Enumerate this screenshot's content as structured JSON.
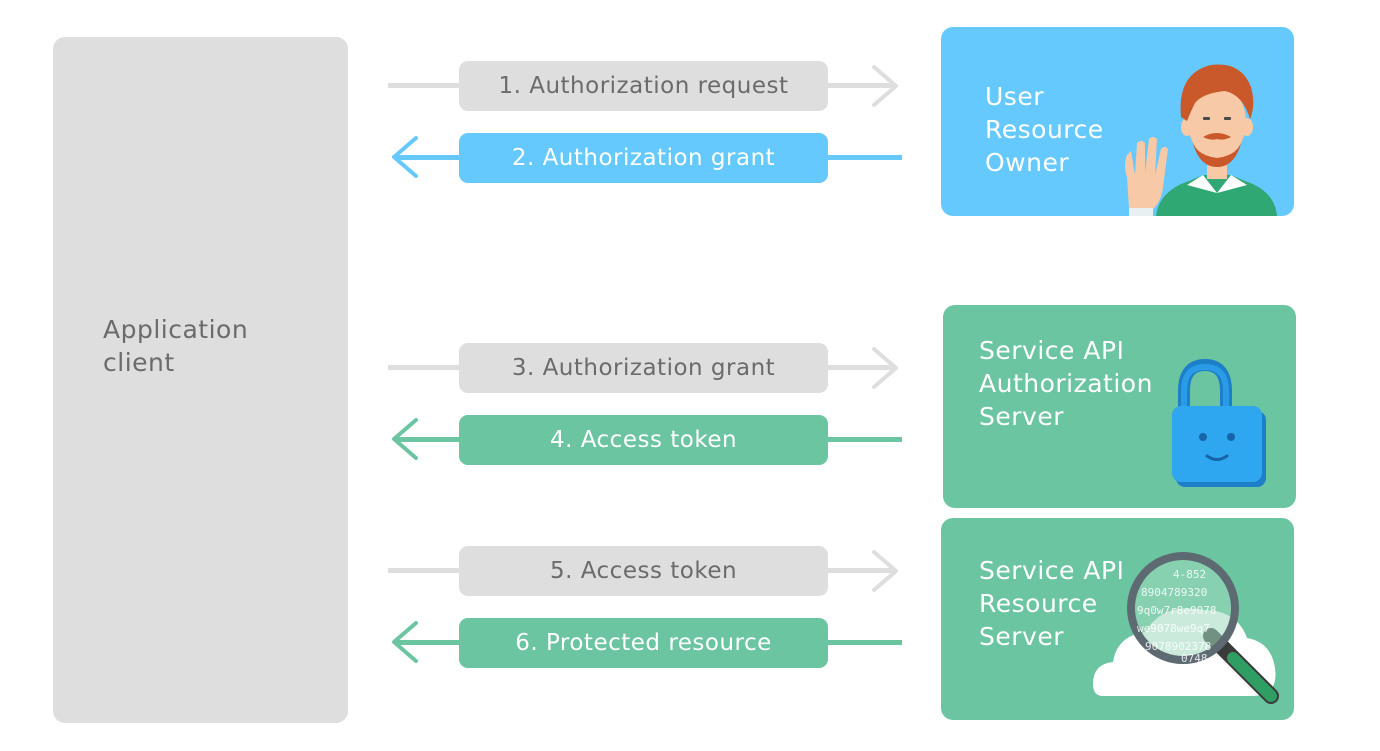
{
  "client": {
    "label_lines": [
      "Application",
      "client"
    ]
  },
  "owner": {
    "label_lines": [
      "User",
      "Resource",
      "Owner"
    ],
    "color": "#66c9fe"
  },
  "auth_server": {
    "label_lines": [
      "Service API",
      "Authorization",
      "Server"
    ],
    "color": "#6bc5a0"
  },
  "resource_server": {
    "label_lines": [
      "Service API",
      "Resource",
      "Server"
    ],
    "color": "#6bc5a0",
    "magnifier_text": [
      "4-852",
      "8904789320",
      "9q0w7r8e9078",
      "we9078we9q7",
      "9078902378",
      "0748"
    ]
  },
  "flows": [
    {
      "label": "1. Authorization request",
      "direction": "right",
      "color": "#dedede"
    },
    {
      "label": "2. Authorization grant",
      "direction": "left",
      "color": "#66c9fe"
    },
    {
      "label": "3. Authorization grant",
      "direction": "right",
      "color": "#dedede"
    },
    {
      "label": "4. Access token",
      "direction": "left",
      "color": "#6bc5a0"
    },
    {
      "label": "5. Access token",
      "direction": "right",
      "color": "#dedede"
    },
    {
      "label": "6. Protected resource",
      "direction": "left",
      "color": "#6bc5a0"
    }
  ]
}
